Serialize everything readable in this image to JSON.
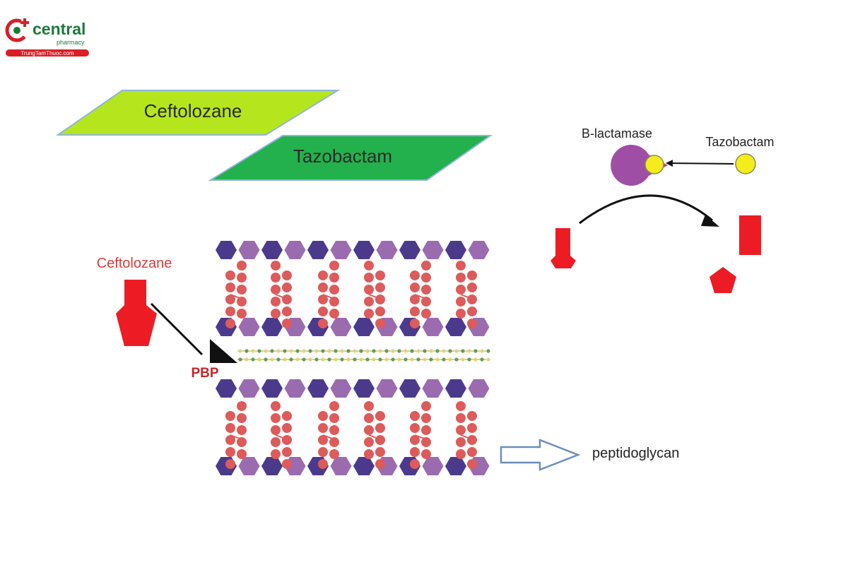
{
  "logo": {
    "name": "central",
    "sub": "pharmacy",
    "site": "TrungTamThuoc.com",
    "brand_color": "#d81f26",
    "secondary_color": "#1b7a3a"
  },
  "banners": {
    "ceftolozane": {
      "label": "Ceftolozane",
      "color": "#b5e61d"
    },
    "tazobactam": {
      "label": "Tazobactam",
      "color": "#22b14c"
    }
  },
  "mechanism": {
    "drug_label": "Ceftolozane",
    "drug_color": "#ed1c24",
    "pbp_label": "PBP",
    "pbp_label_color": "#c1272d",
    "output_label": "peptidoglycan",
    "output_arrow_color": "#6d8fb8"
  },
  "membrane": {
    "hex_colors": [
      "#4b3a8c",
      "#9b6bb0"
    ],
    "lipid_color": "#dd5b5b",
    "chain_colors": [
      "#e8d46a",
      "#6b9b4a"
    ]
  },
  "inhibition": {
    "enzyme_label": "B-lactamase",
    "enzyme_color": "#9e4fa5",
    "inhibitor_label": "Tazobactam",
    "inhibitor_color": "#f5ec1c",
    "drug_color": "#ed1c24"
  }
}
